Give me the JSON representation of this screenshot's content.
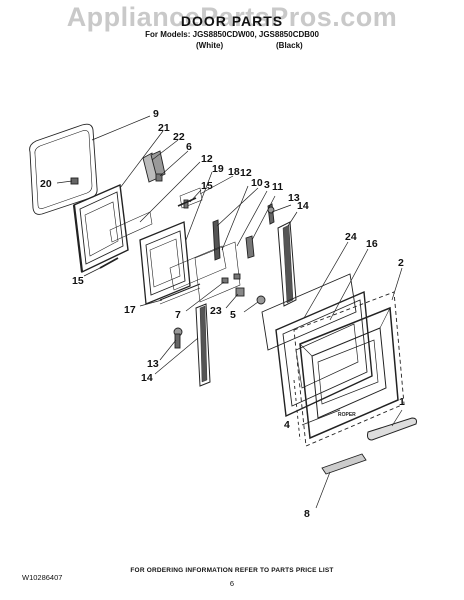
{
  "watermark": "AppliancePartsPros.com",
  "title": "DOOR PARTS",
  "models_line": "For Models: JGS8850CDW00, JGS8850CDB00",
  "variant_white": "(White)",
  "variant_black": "(Black)",
  "callouts": [
    "9",
    "21",
    "22",
    "6",
    "20",
    "12",
    "15",
    "19",
    "18",
    "12",
    "10",
    "3",
    "11",
    "13",
    "14",
    "15",
    "24",
    "16",
    "2",
    "17",
    "7",
    "23",
    "5",
    "13",
    "14",
    "1",
    "4",
    "8"
  ],
  "badge_text": "ROPER",
  "footer_id": "W10286407",
  "footer_note": "FOR ORDERING INFORMATION REFER TO PARTS PRICE LIST",
  "page_number": "6"
}
